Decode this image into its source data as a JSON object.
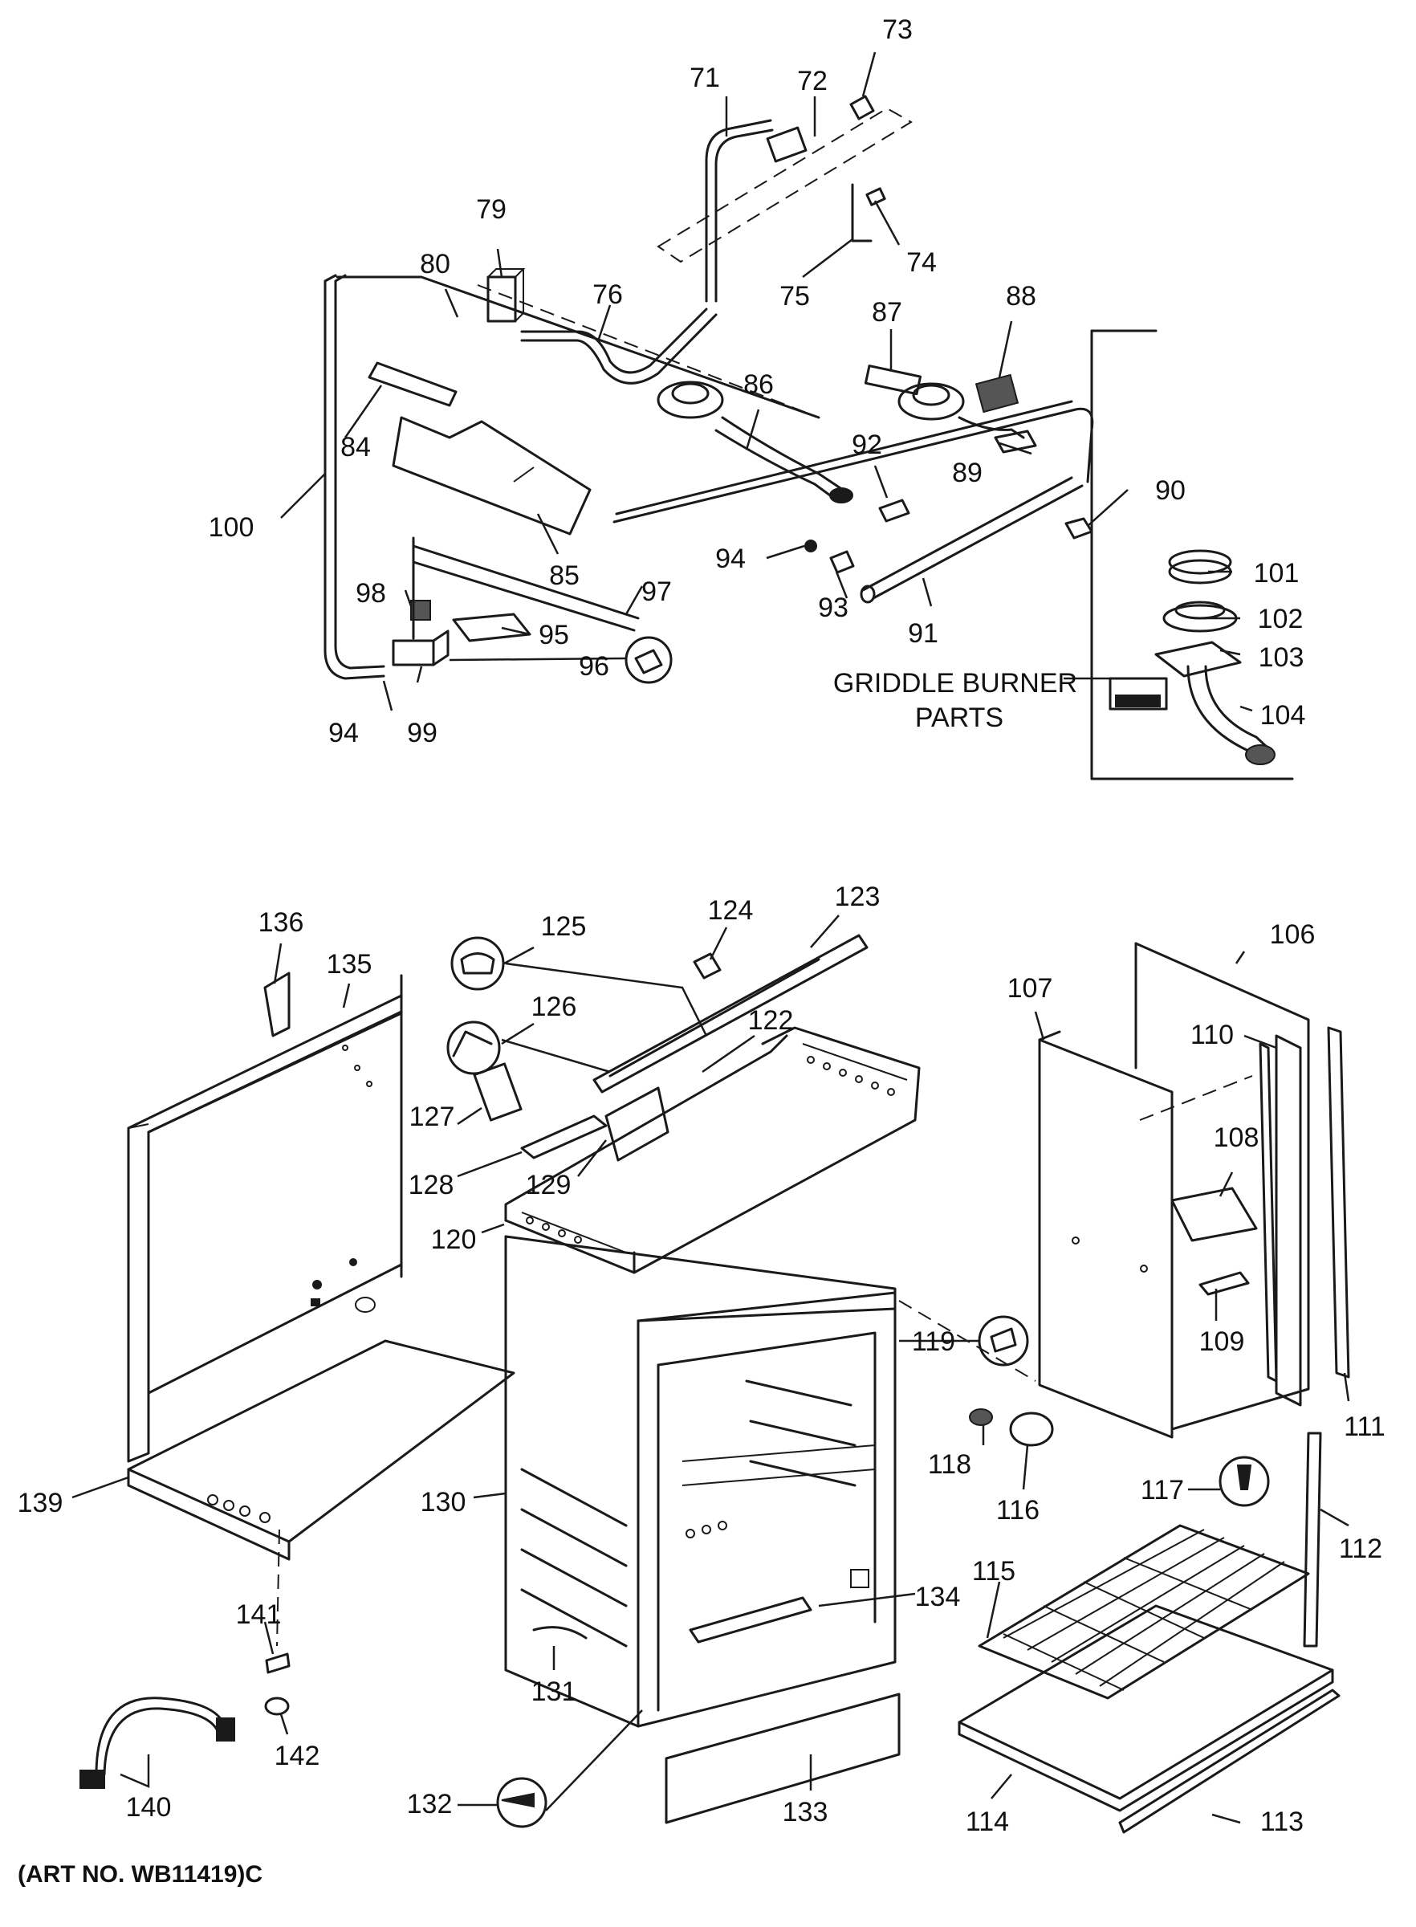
{
  "callouts": [
    {
      "label": "71"
    },
    {
      "label": "72"
    },
    {
      "label": "73"
    },
    {
      "label": "74"
    },
    {
      "label": "75"
    },
    {
      "label": "76"
    },
    {
      "label": "79"
    },
    {
      "label": "80"
    },
    {
      "label": "84"
    },
    {
      "label": "85"
    },
    {
      "label": "86"
    },
    {
      "label": "87"
    },
    {
      "label": "88"
    },
    {
      "label": "89"
    },
    {
      "label": "90"
    },
    {
      "label": "91"
    },
    {
      "label": "92"
    },
    {
      "label": "93"
    },
    {
      "label": "94"
    },
    {
      "label": "95"
    },
    {
      "label": "96"
    },
    {
      "label": "97"
    },
    {
      "label": "98"
    },
    {
      "label": "94"
    },
    {
      "label": "99"
    },
    {
      "label": "100"
    },
    {
      "label": "101"
    },
    {
      "label": "102"
    },
    {
      "label": "103"
    },
    {
      "label": "104"
    },
    {
      "label": "136"
    },
    {
      "label": "135"
    },
    {
      "label": "125"
    },
    {
      "label": "124"
    },
    {
      "label": "123"
    },
    {
      "label": "126"
    },
    {
      "label": "122"
    },
    {
      "label": "127"
    },
    {
      "label": "128"
    },
    {
      "label": "129"
    },
    {
      "label": "120"
    },
    {
      "label": "107"
    },
    {
      "label": "106"
    },
    {
      "label": "110"
    },
    {
      "label": "108"
    },
    {
      "label": "109"
    },
    {
      "label": "119"
    },
    {
      "label": "118"
    },
    {
      "label": "116"
    },
    {
      "label": "111"
    },
    {
      "label": "117"
    },
    {
      "label": "112"
    },
    {
      "label": "115"
    },
    {
      "label": "139"
    },
    {
      "label": "130"
    },
    {
      "label": "141"
    },
    {
      "label": "131"
    },
    {
      "label": "134"
    },
    {
      "label": "140"
    },
    {
      "label": "142"
    },
    {
      "label": "132"
    },
    {
      "label": "133"
    },
    {
      "label": "114"
    },
    {
      "label": "113"
    }
  ],
  "griddle_heading": {
    "line1": "GRIDDLE BURNER",
    "line2": "PARTS"
  },
  "art_number": "(ART NO. WB11419)C"
}
